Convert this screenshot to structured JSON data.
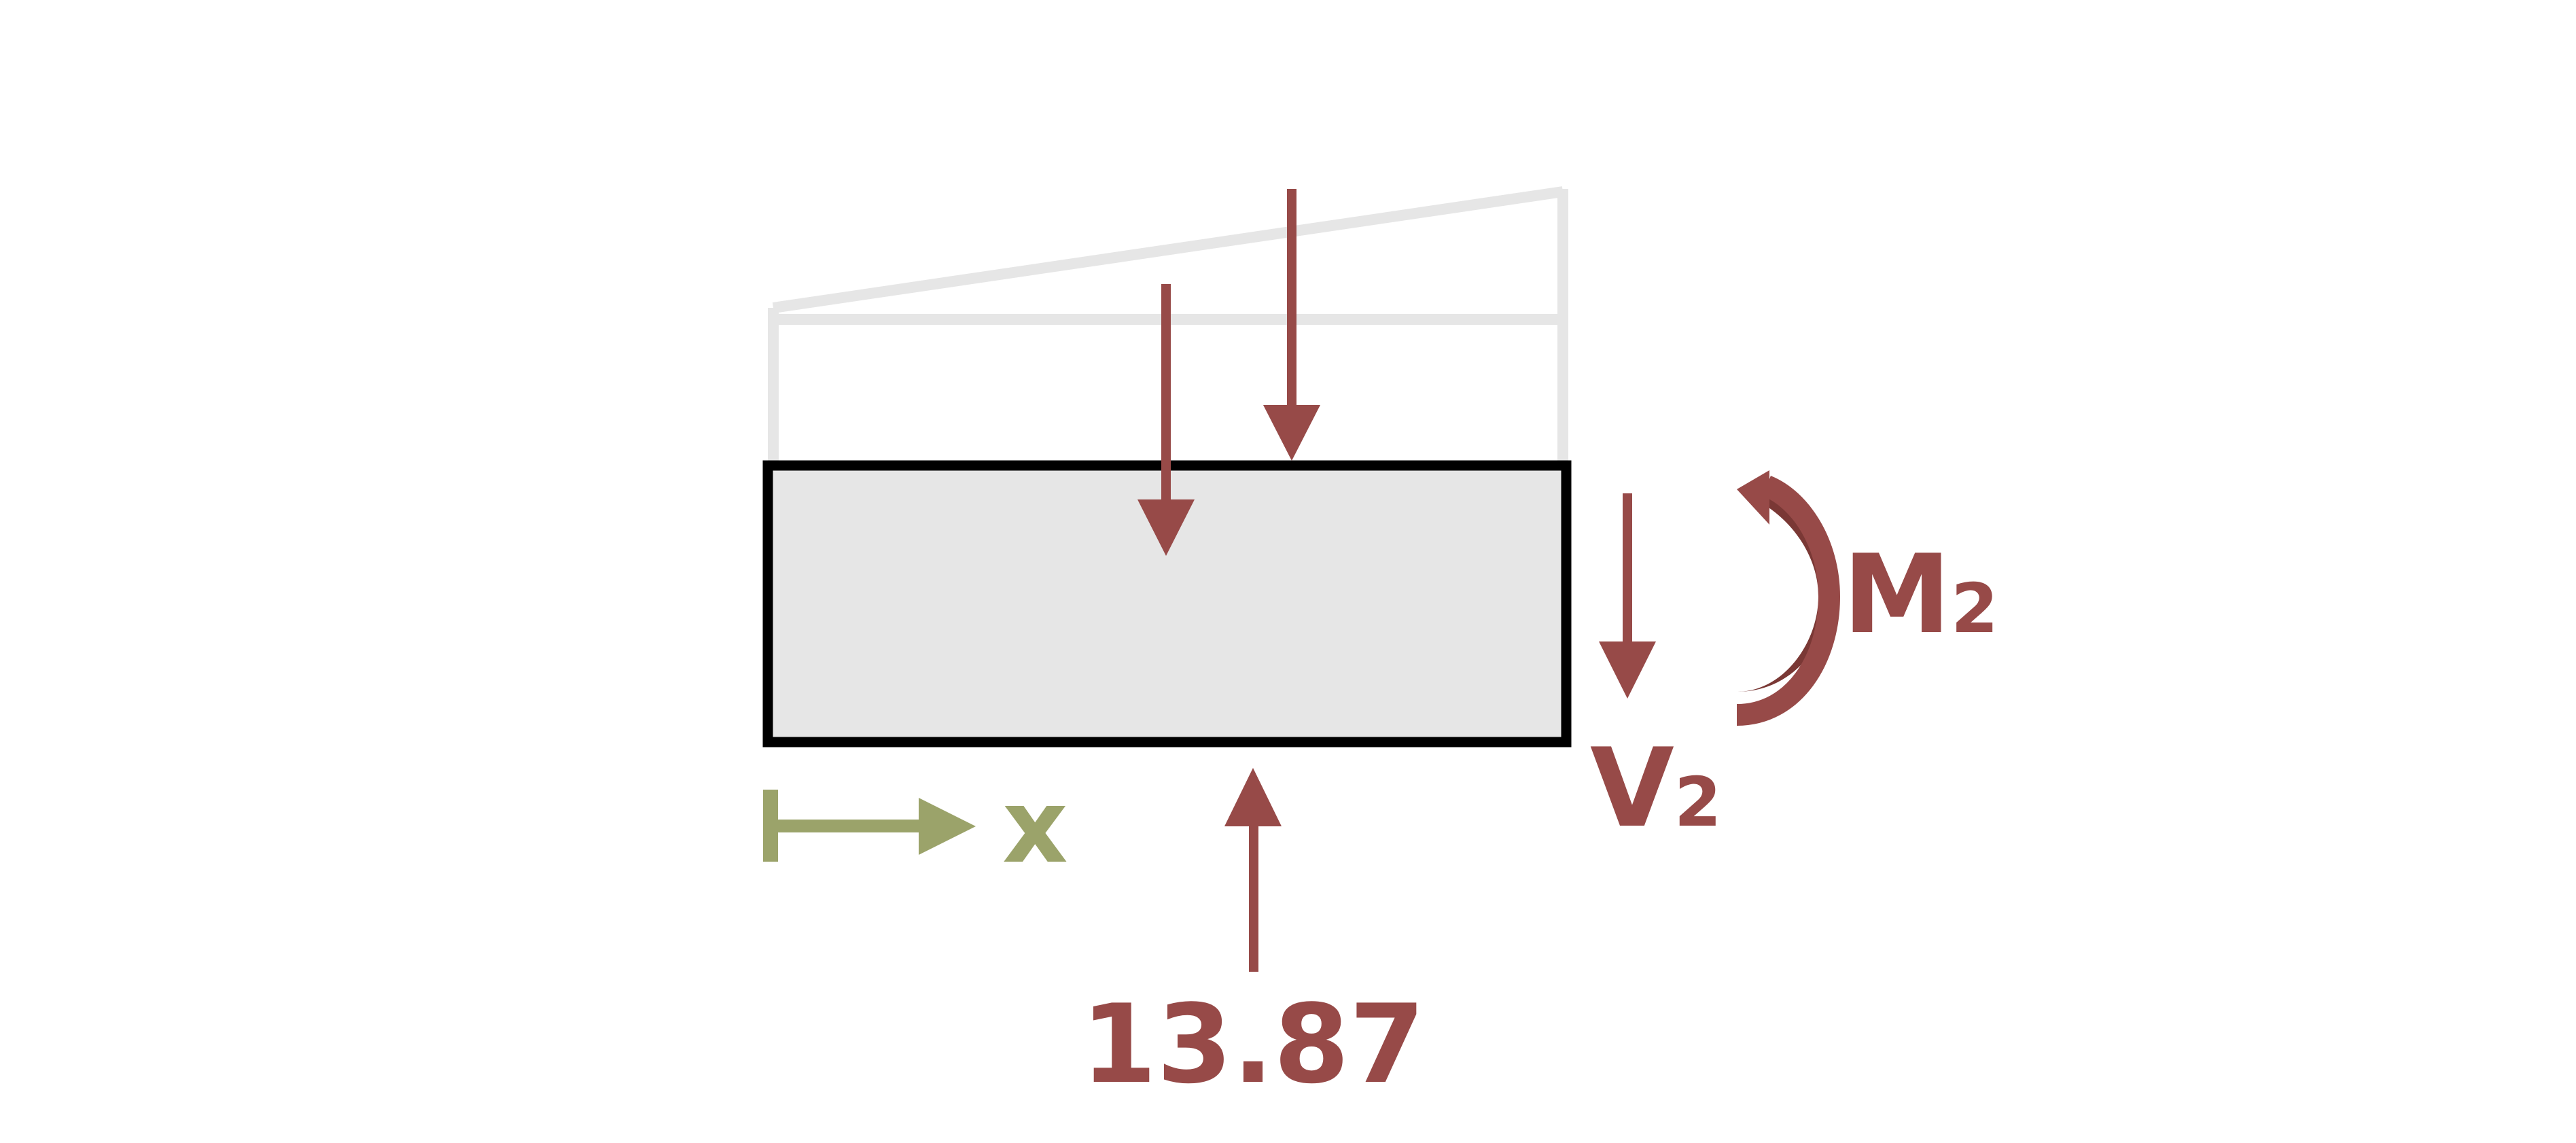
{
  "labels": {
    "reaction_value": "13.87",
    "moment_main": "M",
    "moment_sub": "2",
    "shear_main": "V",
    "shear_sub": "2",
    "axis_label": "x"
  },
  "colors": {
    "force": "#974A48",
    "moment_shade": "#7A3835",
    "axis": "#9BA36A",
    "beam_fill": "#E6E6E6",
    "beam_stroke": "#000000",
    "load_outline": "#E6E6E6",
    "background": "#FFFFFF"
  }
}
